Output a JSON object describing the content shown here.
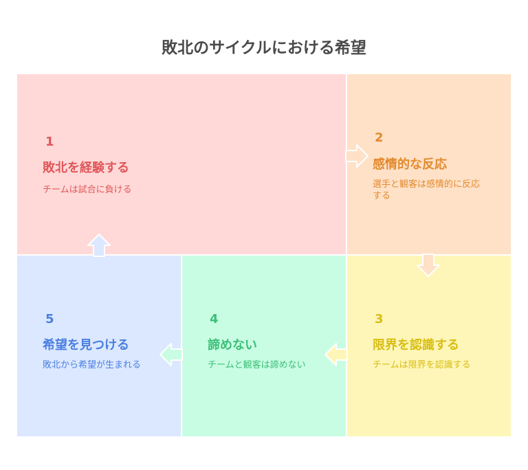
{
  "title": "敗北のサイクルにおける希望",
  "steps": [
    {
      "number": "1",
      "heading": "敗北を経験する",
      "description": "チームは試合に負ける",
      "color": "#e0575a",
      "background": "#ffd9d8"
    },
    {
      "number": "2",
      "heading": "感情的な反応",
      "description": "選手と観客は感情的に反応する",
      "color": "#e38a2e",
      "background": "#fee1c7"
    },
    {
      "number": "3",
      "heading": "限界を認識する",
      "description": "チームは限界を認識する",
      "color": "#d8be14",
      "background": "#fef6b8"
    },
    {
      "number": "4",
      "heading": "諦めない",
      "description": "チームと観客は諦めない",
      "color": "#3cbf78",
      "background": "#c9fde3"
    },
    {
      "number": "5",
      "heading": "希望を見つける",
      "description": "敗北から希望が生まれる",
      "color": "#4a7fe0",
      "background": "#dce8ff"
    }
  ]
}
